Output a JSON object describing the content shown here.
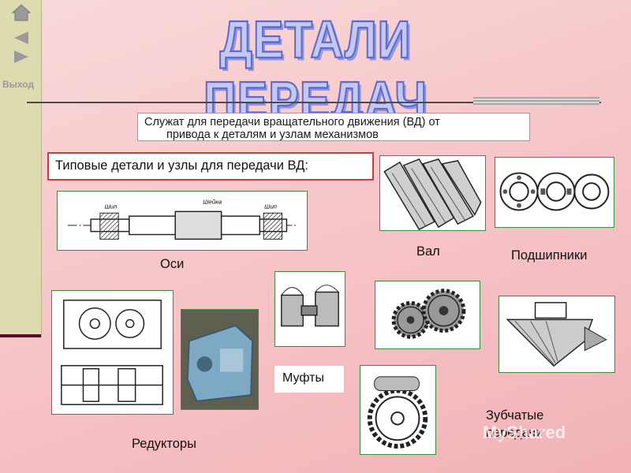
{
  "nav": {
    "exit_label": "Выход",
    "icons": [
      "home-icon",
      "arrow-left-icon",
      "arrow-right-icon"
    ]
  },
  "title": "ДЕТАЛИ ПЕРЕДАЧ",
  "purpose": {
    "line1": "Служат для передачи вращательного движения (ВД) от",
    "line2": "привода к деталям и узлам механизмов"
  },
  "subtitle": "Типовые детали и узлы для передачи ВД:",
  "axle_drawing": {
    "labels": [
      "Шип",
      "Шейка",
      "Шип"
    ]
  },
  "items": {
    "axles": "Оси",
    "shaft": "Вал",
    "bearings": "Подшипники",
    "couplings": "Муфты",
    "reducers": "Редукторы",
    "gears_line1": "Зубчатые",
    "gears_line2": "передачи"
  },
  "watermark": "MyShared",
  "colors": {
    "title_fill": "#c5c8f2",
    "title_stroke": "#5f6aca",
    "box_border": "#d03a3a",
    "frame": "#3b8d3b"
  }
}
